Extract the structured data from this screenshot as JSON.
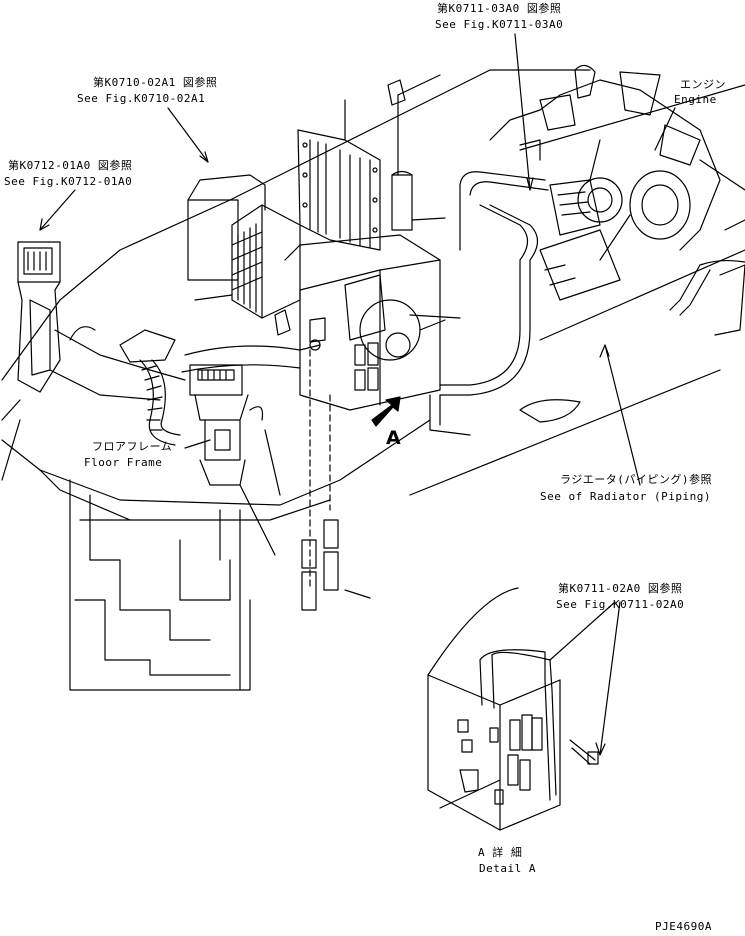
{
  "callouts": {
    "fig_k0711_03a0_jp": "第K0711-03A0 図参照",
    "fig_k0711_03a0_en": "See Fig.K0711-03A0",
    "fig_k0710_02a1_jp": "第K0710-02A1 図参照",
    "fig_k0710_02a1_en": "See Fig.K0710-02A1",
    "fig_k0712_01a0_jp": "第K0712-01A0 図参照",
    "fig_k0712_01a0_en": "See Fig.K0712-01A0",
    "engine_jp": "エンジン",
    "engine_en": "Engine",
    "floor_frame_jp": "フロアフレーム",
    "floor_frame_en": "Floor Frame",
    "radiator_jp": "ラジエータ(パイピング)参照",
    "radiator_en": "See of Radiator (Piping)",
    "view_arrow_letter": "A",
    "fig_k0711_02a0_jp": "第K0711-02A0 図参照",
    "fig_k0711_02a0_en": "See Fig.K0711-02A0",
    "detail_a_jp": "A 詳 細",
    "detail_a_en": "Detail A"
  },
  "drawing_code": "PJE4690A"
}
